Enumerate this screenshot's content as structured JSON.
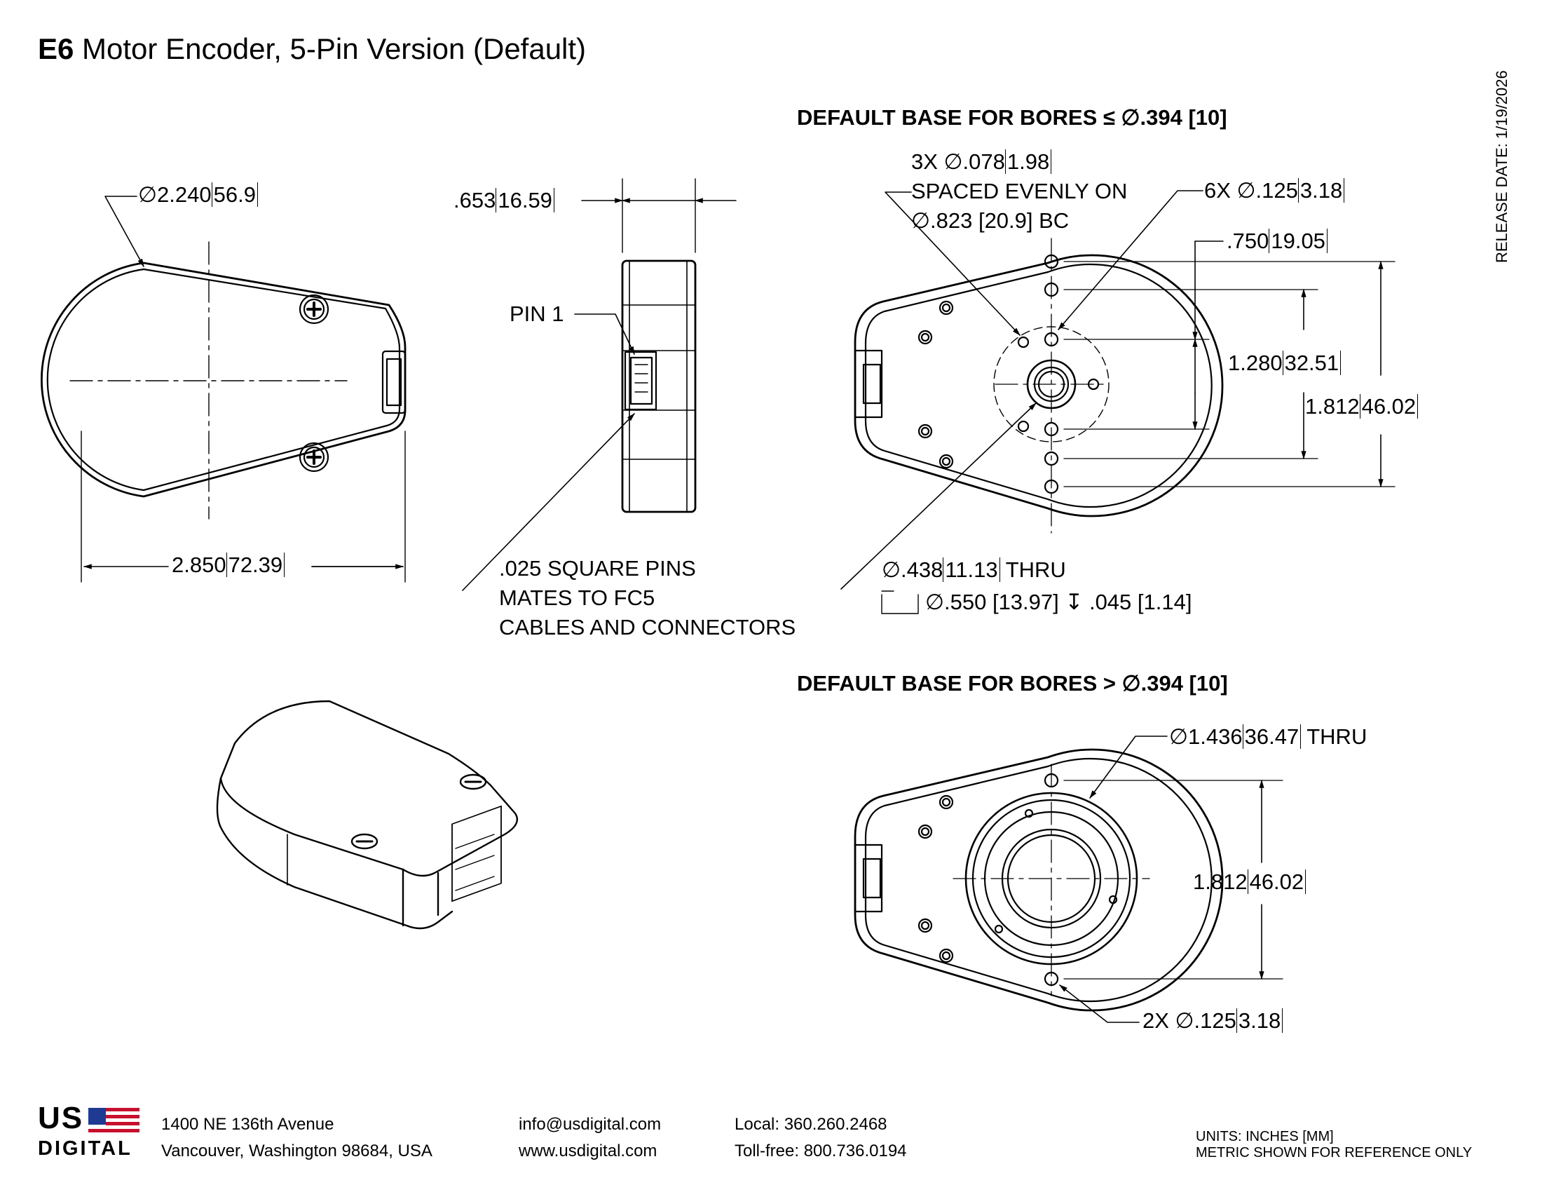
{
  "title": {
    "bold": "E6",
    "rest": " Motor Encoder, 5-Pin Version (Default)"
  },
  "release_date": "RELEASE DATE: 1/19/2026",
  "headings": {
    "small_bore": "DEFAULT BASE FOR BORES ≤ ∅.394 [10]",
    "large_bore": "DEFAULT BASE FOR BORES > ∅.394 [10]"
  },
  "dimensions": {
    "front_diameter": {
      "in": "∅2.240",
      "mm": "56.9"
    },
    "front_width": {
      "in": "2.850",
      "mm": "72.39"
    },
    "side_thickness": {
      "in": ".653",
      "mm": "16.59"
    },
    "pin1": "PIN 1",
    "pins_note": [
      ".025 SQUARE PINS",
      "MATES TO FC5",
      "CABLES AND CONNECTORS"
    ],
    "holes_3x": [
      "3X ∅.078",
      "1.98",
      "SPACED EVENLY ON",
      "∅.823 [20.9] BC"
    ],
    "holes_6x": {
      "in": "6X ∅.125",
      "mm": "3.18"
    },
    "spacing_750": {
      "in": ".750",
      "mm": "19.05"
    },
    "spacing_1280": {
      "in": "1.280",
      "mm": "32.51"
    },
    "spacing_1812_top": {
      "in": "1.812",
      "mm": "46.02"
    },
    "bore_thru": {
      "in": "∅.438",
      "mm": "11.13",
      "suffix": "THRU"
    },
    "counterbore": "∅.550 [13.97] ↧ .045 [1.14]",
    "large_bore_thru": {
      "in": "∅1.436",
      "mm": "36.47",
      "suffix": "THRU"
    },
    "spacing_1812_bottom": {
      "in": "1.812",
      "mm": "46.02"
    },
    "holes_2x": {
      "in": "2X ∅.125",
      "mm": "3.18"
    }
  },
  "footer": {
    "logo_top": "US",
    "logo_bottom": "DIGITAL",
    "address": [
      "1400 NE 136th Avenue",
      "Vancouver, Washington 98684, USA"
    ],
    "web": [
      "info@usdigital.com",
      "www.usdigital.com"
    ],
    "phone": [
      "Local: 360.260.2468",
      "Toll-free: 800.736.0194"
    ],
    "units": [
      "UNITS: INCHES [MM]",
      "METRIC SHOWN FOR REFERENCE ONLY"
    ]
  },
  "colors": {
    "line": "#000000",
    "flag_red": "#c8102e",
    "flag_blue": "#1f3a93"
  }
}
